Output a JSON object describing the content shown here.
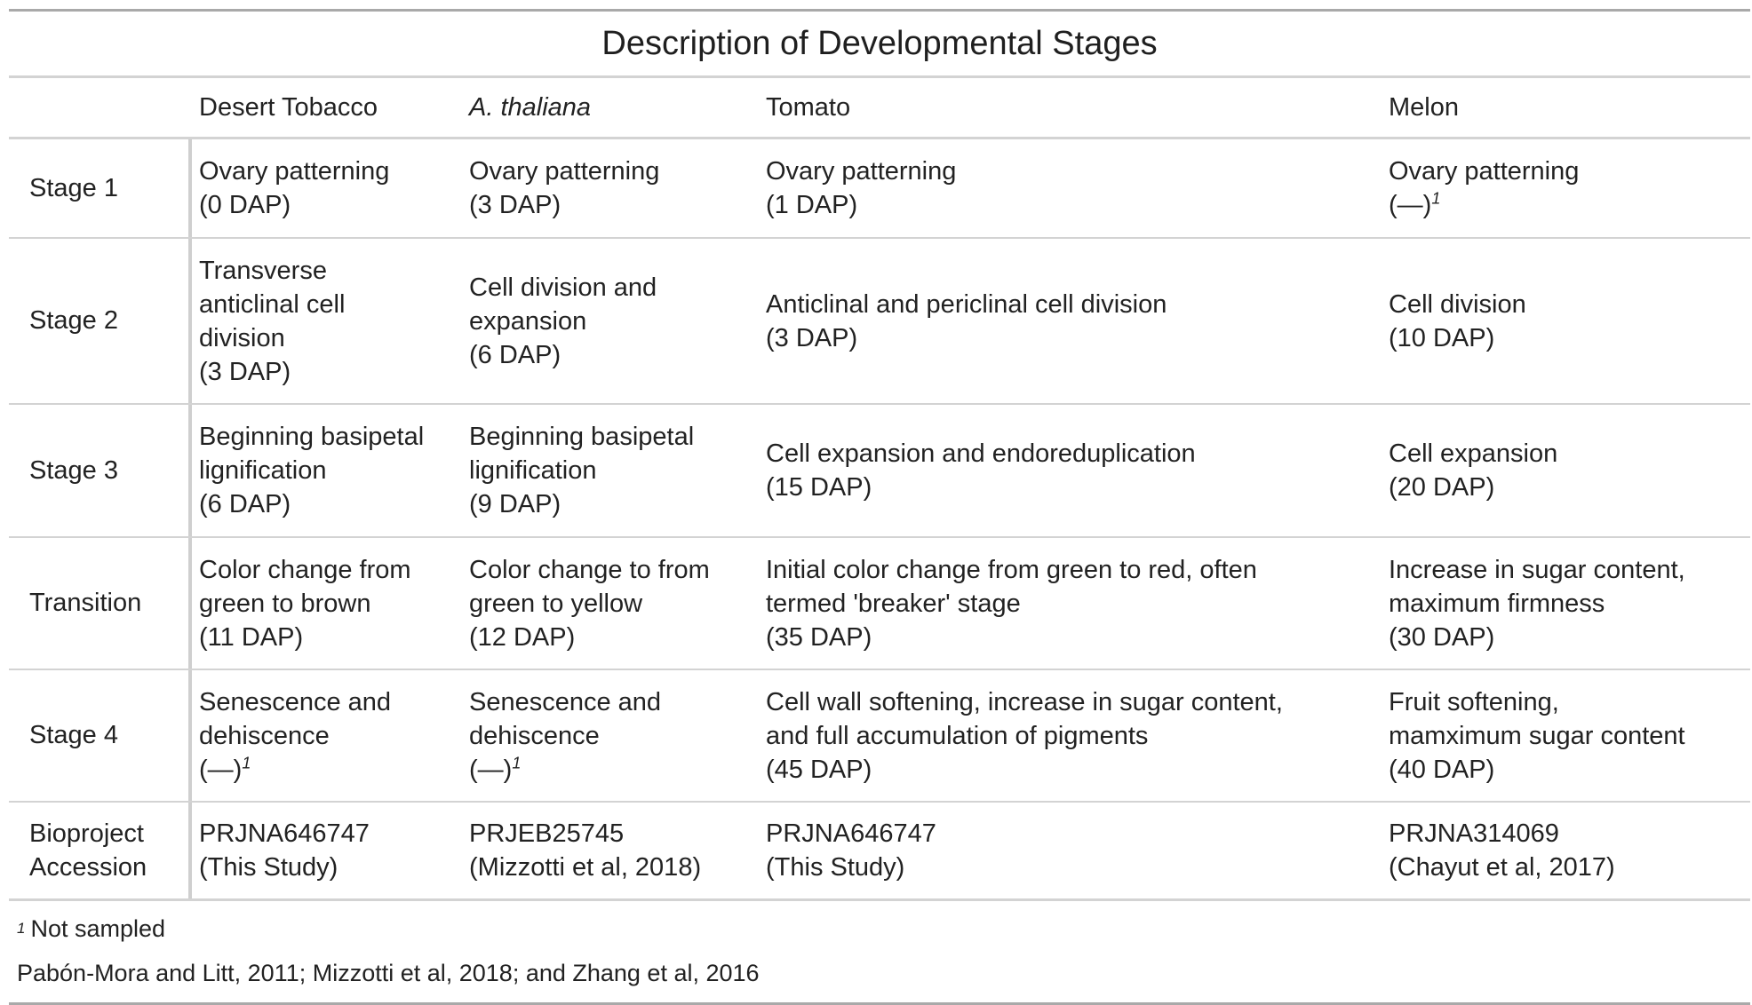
{
  "title": "Description of Developmental Stages",
  "columns": [
    "",
    "Desert Tobacco",
    "A. thaliana",
    "Tomato",
    "Melon"
  ],
  "rows": [
    {
      "label": "Stage 1",
      "cells": [
        [
          "Ovary patterning",
          "(0 DAP)"
        ],
        [
          "Ovary patterning",
          "(3 DAP)"
        ],
        [
          "Ovary patterning",
          "(1 DAP)"
        ],
        [
          "Ovary patterning",
          "(—)"
        ]
      ],
      "footnote_marks": [
        false,
        false,
        false,
        true
      ]
    },
    {
      "label": "Stage 2",
      "cells": [
        [
          "Transverse",
          "anticlinal cell",
          "division",
          "(3 DAP)"
        ],
        [
          "Cell division and",
          "expansion",
          "(6 DAP)"
        ],
        [
          "Anticlinal and periclinal cell division",
          "(3 DAP)"
        ],
        [
          "Cell division",
          "(10 DAP)"
        ]
      ],
      "footnote_marks": [
        false,
        false,
        false,
        false
      ]
    },
    {
      "label": "Stage 3",
      "cells": [
        [
          "Beginning basipetal",
          "lignification",
          "(6 DAP)"
        ],
        [
          "Beginning basipetal",
          "lignification",
          "(9 DAP)"
        ],
        [
          "Cell expansion and endoreduplication",
          "(15 DAP)"
        ],
        [
          "Cell expansion",
          "(20 DAP)"
        ]
      ],
      "footnote_marks": [
        false,
        false,
        false,
        false
      ]
    },
    {
      "label": "Transition",
      "cells": [
        [
          "Color change from",
          "green to brown",
          "(11 DAP)"
        ],
        [
          "Color change to from",
          "green to yellow",
          "(12 DAP)"
        ],
        [
          "Initial color change from green to red, often",
          "termed 'breaker' stage",
          "(35 DAP)"
        ],
        [
          "Increase in sugar content,",
          "maximum firmness",
          "(30 DAP)"
        ]
      ],
      "footnote_marks": [
        false,
        false,
        false,
        false
      ]
    },
    {
      "label": "Stage 4",
      "cells": [
        [
          "Senescence and",
          "dehiscence",
          "(—)"
        ],
        [
          "Senescence and",
          "dehiscence",
          "(—)"
        ],
        [
          "Cell wall softening, increase in sugar content,",
          "and full accumulation of pigments",
          "(45 DAP)"
        ],
        [
          "Fruit softening,",
          "mamximum sugar content",
          "(40 DAP)"
        ]
      ],
      "footnote_marks": [
        true,
        true,
        false,
        false
      ]
    },
    {
      "label": "Bioproject Accession",
      "label_lines": [
        "Bioproject",
        "Accession"
      ],
      "cells": [
        [
          "PRJNA646747",
          "(This Study)"
        ],
        [
          "PRJEB25745",
          "(Mizzotti et al, 2018)"
        ],
        [
          "PRJNA646747",
          "(This Study)"
        ],
        [
          "PRJNA314069",
          "(Chayut et al, 2017)"
        ]
      ],
      "footnote_marks": [
        false,
        false,
        false,
        false
      ]
    }
  ],
  "footnote": {
    "mark": "1",
    "text": "Not sampled"
  },
  "source": "Pabón-Mora and Litt, 2011; Mizzotti et al, 2018; and Zhang et al, 2016"
}
